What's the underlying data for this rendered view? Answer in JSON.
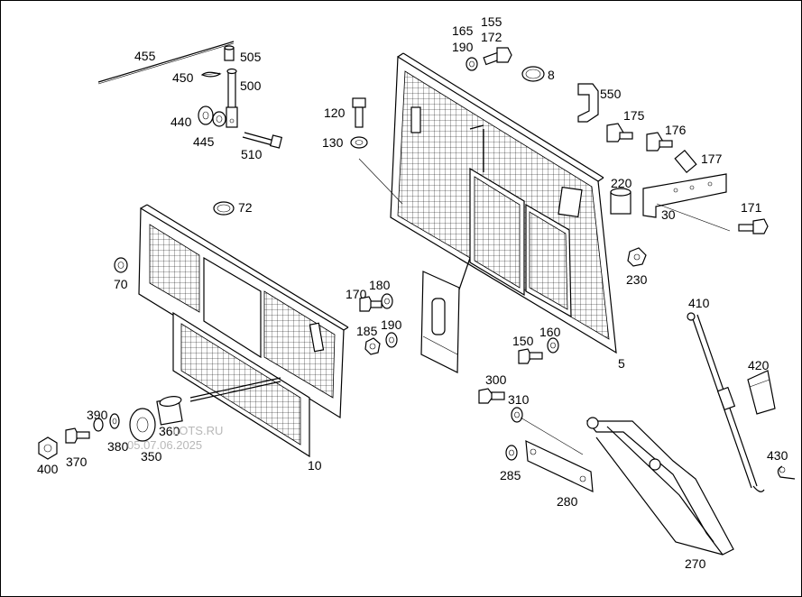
{
  "labels": {
    "p455": "455",
    "p505": "505",
    "p450": "450",
    "p500": "500",
    "p440": "440",
    "p445": "445",
    "p510": "510",
    "p72": "72",
    "p70": "70",
    "p10": "10",
    "p390": "390",
    "p380": "380",
    "p360": "360",
    "p350": "350",
    "p400": "400",
    "p370": "370",
    "p165": "165",
    "p155": "155",
    "p172": "172",
    "p190a": "190",
    "p8": "8",
    "p120": "120",
    "p130": "130",
    "p550": "550",
    "p175": "175",
    "p176": "176",
    "p177": "177",
    "p220": "220",
    "p30": "30",
    "p171": "171",
    "p230": "230",
    "p170": "170",
    "p180": "180",
    "p185": "185",
    "p190b": "190",
    "p150": "150",
    "p160": "160",
    "p5": "5",
    "p410": "410",
    "p420": "420",
    "p430": "430",
    "p300": "300",
    "p310": "310",
    "p285": "285",
    "p280": "280",
    "p270": "270"
  },
  "watermark": {
    "site": "LOTS.RU",
    "date": "05.07.06.2025"
  }
}
